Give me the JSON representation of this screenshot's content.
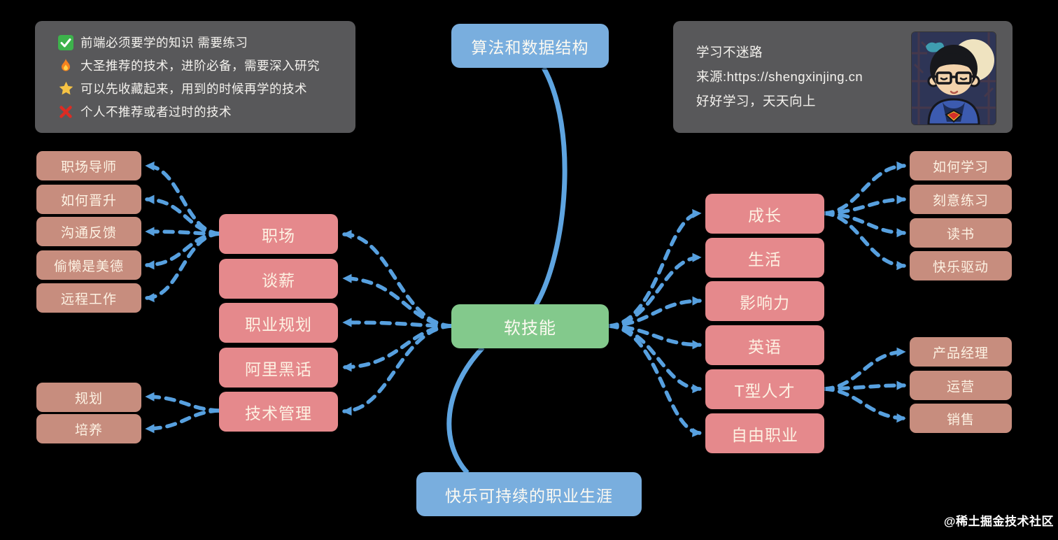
{
  "colors": {
    "background": "#000000",
    "panel": "#58585a",
    "node_blue": "#79aede",
    "node_green": "#83c98c",
    "node_pink": "#e5898c",
    "node_tan": "#c78d7e",
    "connector": "#57a0df",
    "node_text": "#fdf2e3"
  },
  "legend": {
    "items": [
      {
        "icon": "check-badge-icon",
        "text": "前端必须要学的知识 需要练习"
      },
      {
        "icon": "fire-icon",
        "text": "大圣推荐的技术，进阶必备，需要深入研究"
      },
      {
        "icon": "star-icon",
        "text": "可以先收藏起来，用到的时候再学的技术"
      },
      {
        "icon": "cross-icon",
        "text": "个人不推荐或者过时的技术"
      }
    ]
  },
  "info": {
    "lines": [
      "学习不迷路",
      "来源:https://shengxinjing.cn",
      "好好学习，天天向上"
    ],
    "avatar": "cartoon-avatar"
  },
  "mindmap": {
    "center": "软技能",
    "top": "算法和数据结构",
    "bottom": "快乐可持续的职业生涯",
    "left_level1": [
      "职场",
      "谈薪",
      "职业规划",
      "阿里黑话",
      "技术管理"
    ],
    "left_level2_workplace": [
      "职场导师",
      "如何晋升",
      "沟通反馈",
      "偷懒是美德",
      "远程工作"
    ],
    "left_level2_management": [
      "规划",
      "培养"
    ],
    "right_level1": [
      "成长",
      "生活",
      "影响力",
      "英语",
      "T型人才",
      "自由职业"
    ],
    "right_level2_growth": [
      "如何学习",
      "刻意练习",
      "读书",
      "快乐驱动"
    ],
    "right_level2_tshaped": [
      "产品经理",
      "运营",
      "销售"
    ]
  },
  "watermark": "@稀土掘金技术社区"
}
